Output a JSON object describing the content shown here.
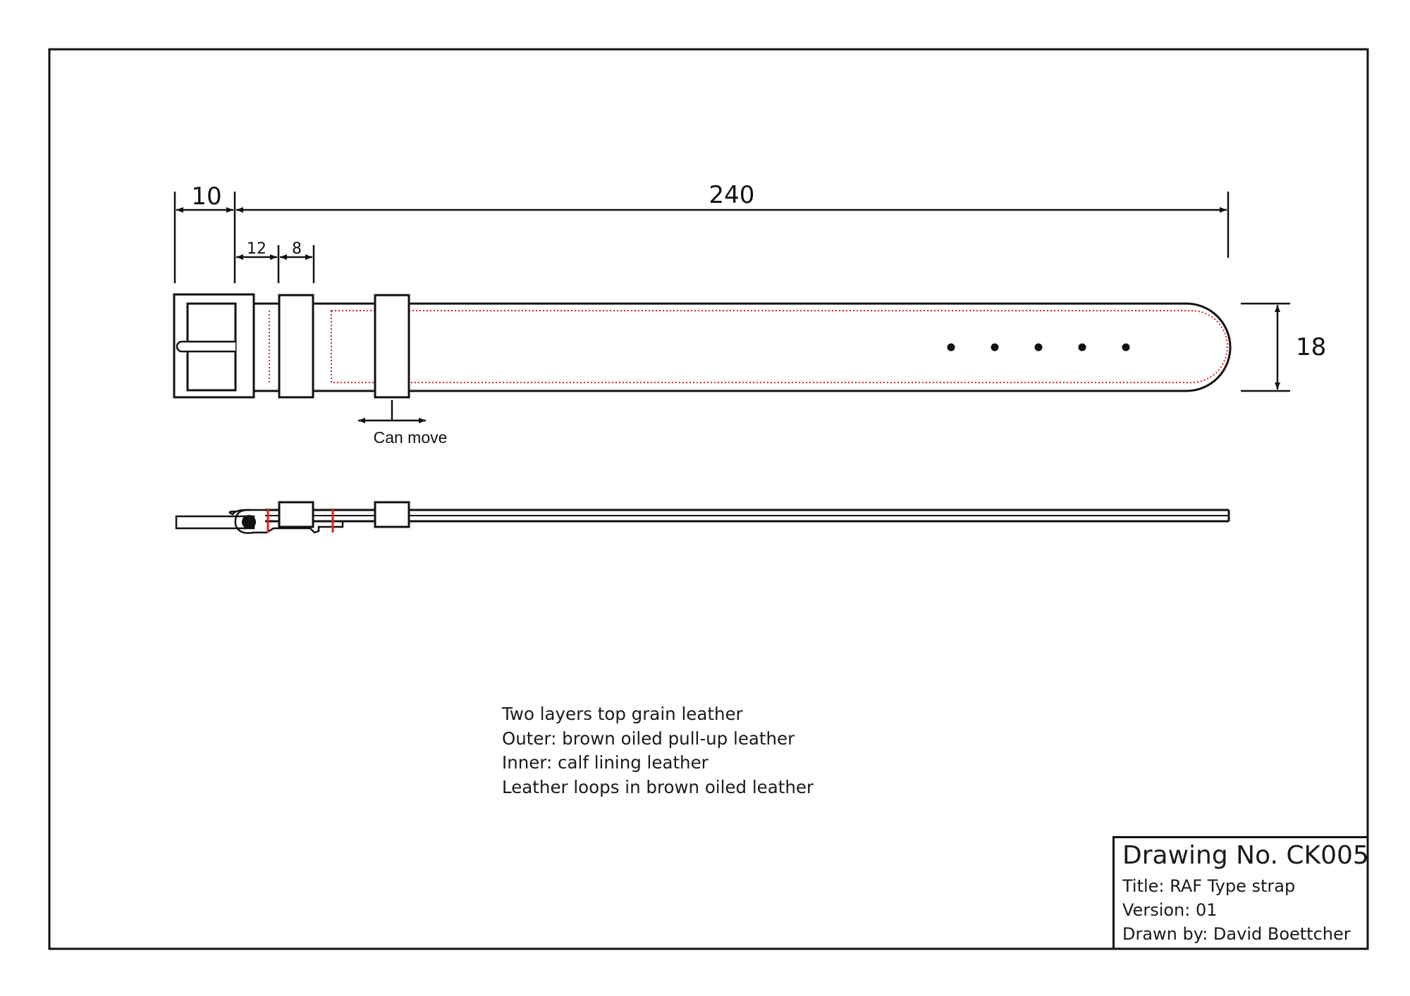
{
  "dimensions": {
    "buckle_width": "10",
    "strap_length": "240",
    "keeper_gap": "12",
    "keeper_width": "8",
    "strap_width": "18"
  },
  "annotations": {
    "can_move": "Can move"
  },
  "notes": [
    "Two layers top grain leather",
    "Outer: brown oiled pull-up leather",
    "Inner: calf lining leather",
    "Leather loops in brown oiled leather"
  ],
  "title_block": {
    "drawing_no": "Drawing No. CK005",
    "title": "Title: RAF Type strap",
    "version": "Version: 01",
    "drawn_by": "Drawn by: David Boettcher"
  },
  "colors": {
    "line": "#111111",
    "stitch": "#e02020"
  },
  "strap_holes": 5
}
